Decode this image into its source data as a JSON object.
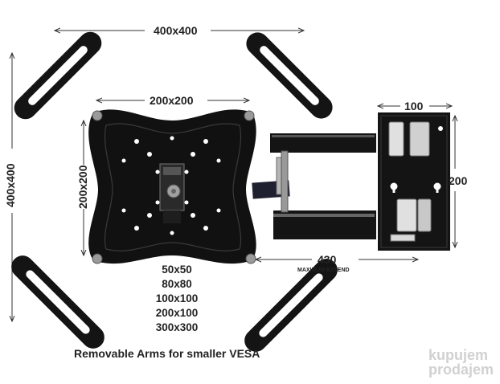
{
  "dimensions": {
    "top_width": "400x400",
    "left_height": "400x400",
    "inner_width": "200x200",
    "inner_height": "200x200",
    "bracket_width": "100",
    "bracket_height": "200",
    "extend_value": "430",
    "extend_note": "MAXIMUM EXTEND"
  },
  "vesa_sizes": [
    "50x50",
    "80x80",
    "100x100",
    "200x100",
    "300x300"
  ],
  "caption": "Removable Arms for smaller VESA",
  "watermark": [
    "kupujem",
    "prodajem"
  ]
}
